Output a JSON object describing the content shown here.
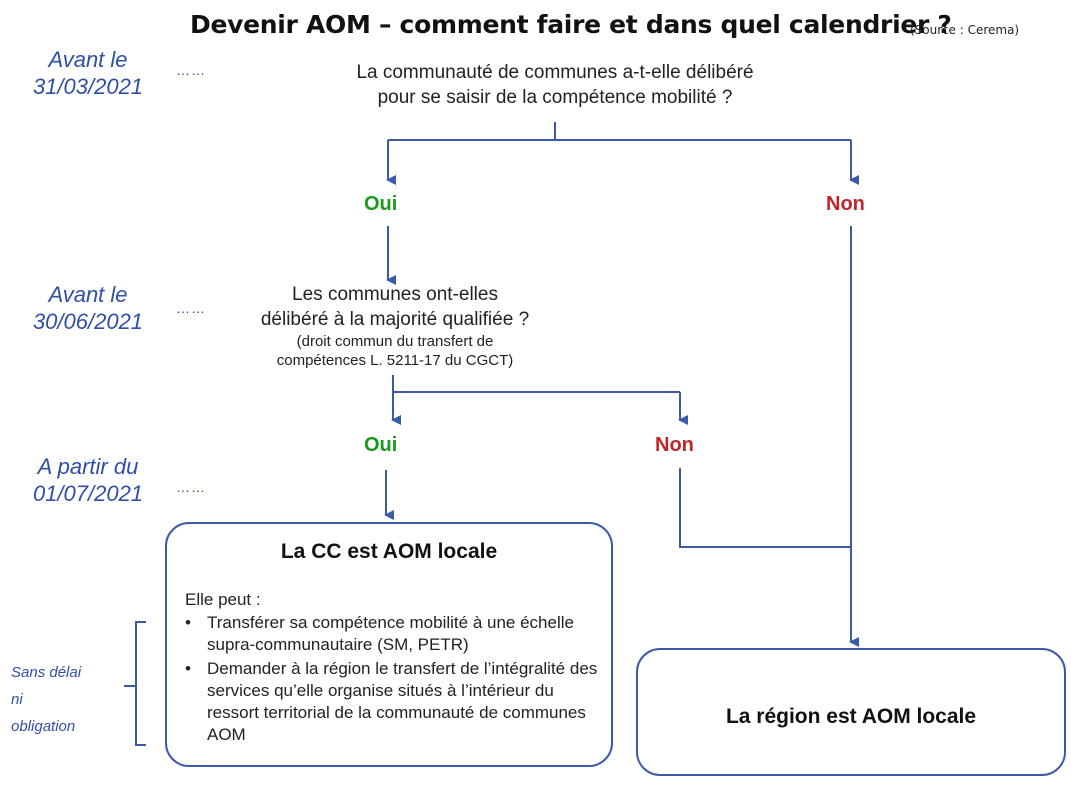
{
  "title": "Devenir AOM – comment faire et dans quel calendrier ?",
  "source": "(Source : Cerema)",
  "colors": {
    "arrow": "#3c5aa8",
    "date": "#2f4fa8",
    "yes": "#1a9a1a",
    "no": "#c0262a"
  },
  "timeline": [
    {
      "line1": "Avant le",
      "line2": "31/03/2021"
    },
    {
      "line1": "Avant le",
      "line2": "30/06/2021"
    },
    {
      "line1": "A partir du",
      "line2": "01/07/2021"
    }
  ],
  "dots": "……",
  "question1": {
    "line1": "La communauté de communes a-t-elle délibéré",
    "line2": "pour se saisir de la compétence mobilité ?"
  },
  "question2": {
    "line1": "Les communes ont-elles",
    "line2": "délibéré à la majorité qualifiée ?",
    "note1": "(droit commun du transfert de",
    "note2": "compétences L. 5211-17 du CGCT)"
  },
  "answers": {
    "oui1": "Oui",
    "non1": "Non",
    "oui2": "Oui",
    "non2": "Non"
  },
  "cc_box": {
    "title": "La CC est AOM locale",
    "intro": "Elle peut :",
    "items": [
      "Transférer sa compétence mobilité à une échelle supra-communautaire (SM, PETR)",
      "Demander à la région le transfert de l’intégralité des services qu’elle organise situés à l’intérieur du ressort territorial de la communauté de communes AOM"
    ]
  },
  "region_box": {
    "title": "La région est AOM locale"
  },
  "side_note": {
    "line1": "Sans délai",
    "line2": "ni",
    "line3": "obligation"
  }
}
